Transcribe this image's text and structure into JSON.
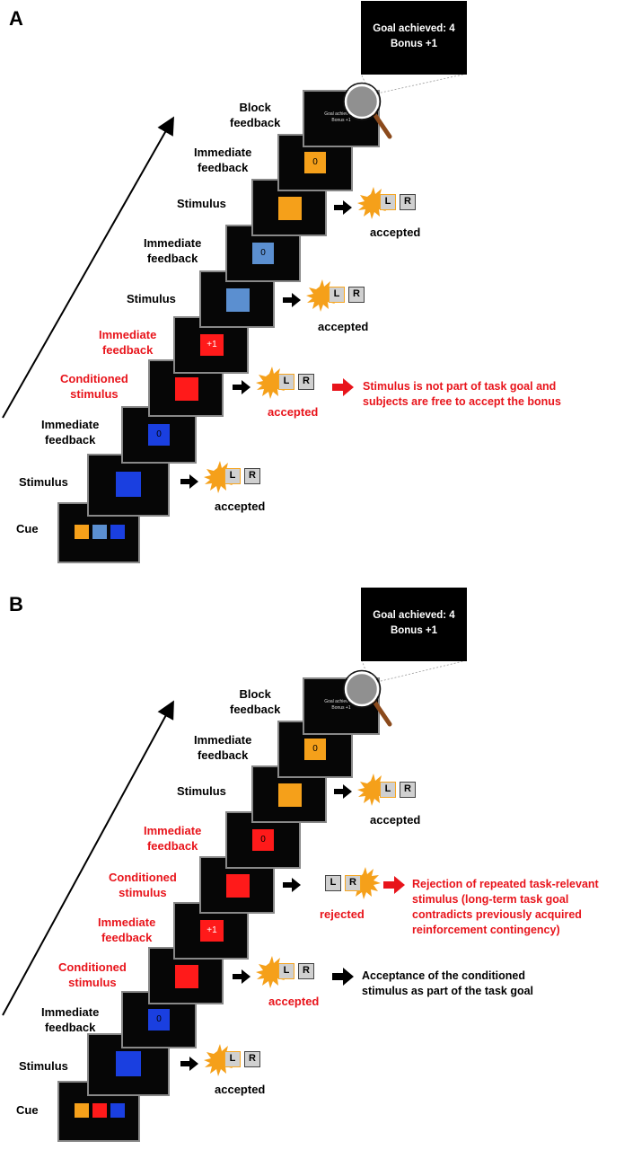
{
  "panels": [
    {
      "label": "A",
      "zoom": {
        "line1": "Goal achieved: 4",
        "line2": "Bonus +1"
      },
      "block_screen": {
        "line1": "Goal achieved: 4",
        "line2": "Bonus +1"
      },
      "steps": {
        "block_feedback": {
          "line1": "Block",
          "line2": "feedback"
        },
        "if_top": {
          "line1": "Immediate",
          "line2": "feedback",
          "value": "0",
          "color": "#f5a01a"
        },
        "stim_top": {
          "label": "Stimulus",
          "color": "#f5a01a"
        },
        "if_mid": {
          "line1": "Immediate",
          "line2": "feedback",
          "value": "0",
          "color": "#5b8fd0"
        },
        "stim_mid": {
          "label": "Stimulus",
          "color": "#5b8fd0"
        },
        "if_red": {
          "line1": "Immediate",
          "line2": "feedback",
          "value": "+1",
          "color": "#ff1a1a"
        },
        "cond": {
          "line1": "Conditioned",
          "line2": "stimulus",
          "color": "#ff1a1a"
        },
        "if_low": {
          "line1": "Immediate",
          "line2": "feedback",
          "value": "0",
          "color": "#1a3fe0"
        },
        "stim_low": {
          "label": "Stimulus",
          "color": "#1a3fe0"
        },
        "cue": {
          "label": "Cue",
          "colors": [
            "#f5a01a",
            "#5b8fd0",
            "#1a3fe0"
          ]
        }
      },
      "responses": [
        {
          "L": "L",
          "R": "R",
          "text": "accepted"
        },
        {
          "L": "L",
          "R": "R",
          "text": "accepted"
        },
        {
          "L": "L",
          "R": "R",
          "text": "accepted"
        },
        {
          "L": "L",
          "R": "R",
          "text": "accepted"
        }
      ],
      "notes": {
        "note1_line1": "Stimulus is not part of task goal and",
        "note1_line2": "subjects are free to accept the bonus"
      }
    },
    {
      "label": "B",
      "zoom": {
        "line1": "Goal achieved: 4",
        "line2": "Bonus +1"
      },
      "block_screen": {
        "line1": "Goal achieved: 4",
        "line2": "Bonus +1"
      },
      "steps": {
        "block_feedback": {
          "line1": "Block",
          "line2": "feedback"
        },
        "if_top": {
          "line1": "Immediate",
          "line2": "feedback",
          "value": "0",
          "color": "#f5a01a"
        },
        "stim_top": {
          "label": "Stimulus",
          "color": "#f5a01a"
        },
        "if_mid": {
          "line1": "Immediate",
          "line2": "feedback",
          "value": "0",
          "color": "#ff1a1a"
        },
        "cond2": {
          "line1": "Conditioned",
          "line2": "stimulus",
          "color": "#ff1a1a"
        },
        "if_red": {
          "line1": "Immediate",
          "line2": "feedback",
          "value": "+1",
          "color": "#ff1a1a"
        },
        "cond": {
          "line1": "Conditioned",
          "line2": "stimulus",
          "color": "#ff1a1a"
        },
        "if_low": {
          "line1": "Immediate",
          "line2": "feedback",
          "value": "0",
          "color": "#1a3fe0"
        },
        "stim_low": {
          "label": "Stimulus",
          "color": "#1a3fe0"
        },
        "cue": {
          "label": "Cue",
          "colors": [
            "#f5a01a",
            "#ff1a1a",
            "#1a3fe0"
          ]
        }
      },
      "responses": [
        {
          "L": "L",
          "R": "R",
          "text": "accepted"
        },
        {
          "L": "L",
          "R": "R",
          "text": "rejected"
        },
        {
          "L": "L",
          "R": "R",
          "text": "accepted"
        },
        {
          "L": "L",
          "R": "R",
          "text": "accepted"
        }
      ],
      "notes": {
        "note1_line1": "Rejection of repeated task-relevant",
        "note1_line2": "stimulus (long-term task goal",
        "note1_line3": "contradicts previously acquired",
        "note1_line4": "reinforcement contingency)",
        "note2_line1": "Acceptance of the conditioned",
        "note2_line2": "stimulus as part of the task goal"
      }
    }
  ]
}
